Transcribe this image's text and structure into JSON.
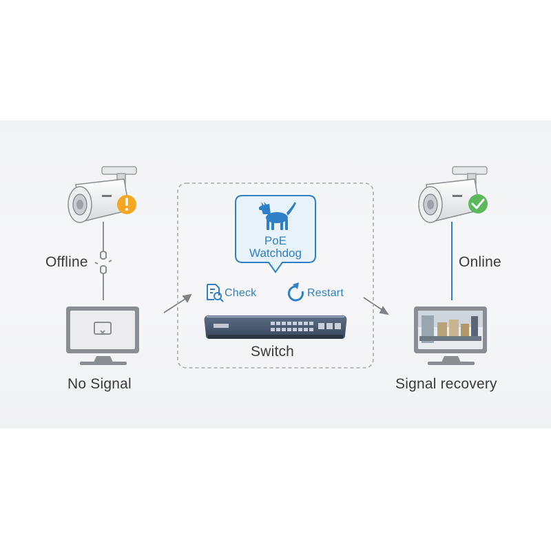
{
  "left": {
    "camera_status": "offline",
    "status_label": "Offline",
    "monitor_label": "No Signal"
  },
  "center": {
    "watchdog_line1": "PoE",
    "watchdog_line2": "Watchdog",
    "check_label": "Check",
    "restart_label": "Restart",
    "switch_label": "Switch"
  },
  "right": {
    "camera_status": "online",
    "status_label": "Online",
    "monitor_label": "Signal recovery"
  },
  "colors": {
    "accent_blue": "#2f7fc6",
    "warning_orange": "#f5a623",
    "ok_green": "#5cb85c",
    "device_gray": "#8a8d91"
  },
  "icons": [
    "camera-icon",
    "warning-icon",
    "check-icon",
    "broken-link-icon",
    "monitor-icon",
    "dog-icon",
    "check-search-icon",
    "restart-icon",
    "switch-icon",
    "arrow-icon"
  ]
}
